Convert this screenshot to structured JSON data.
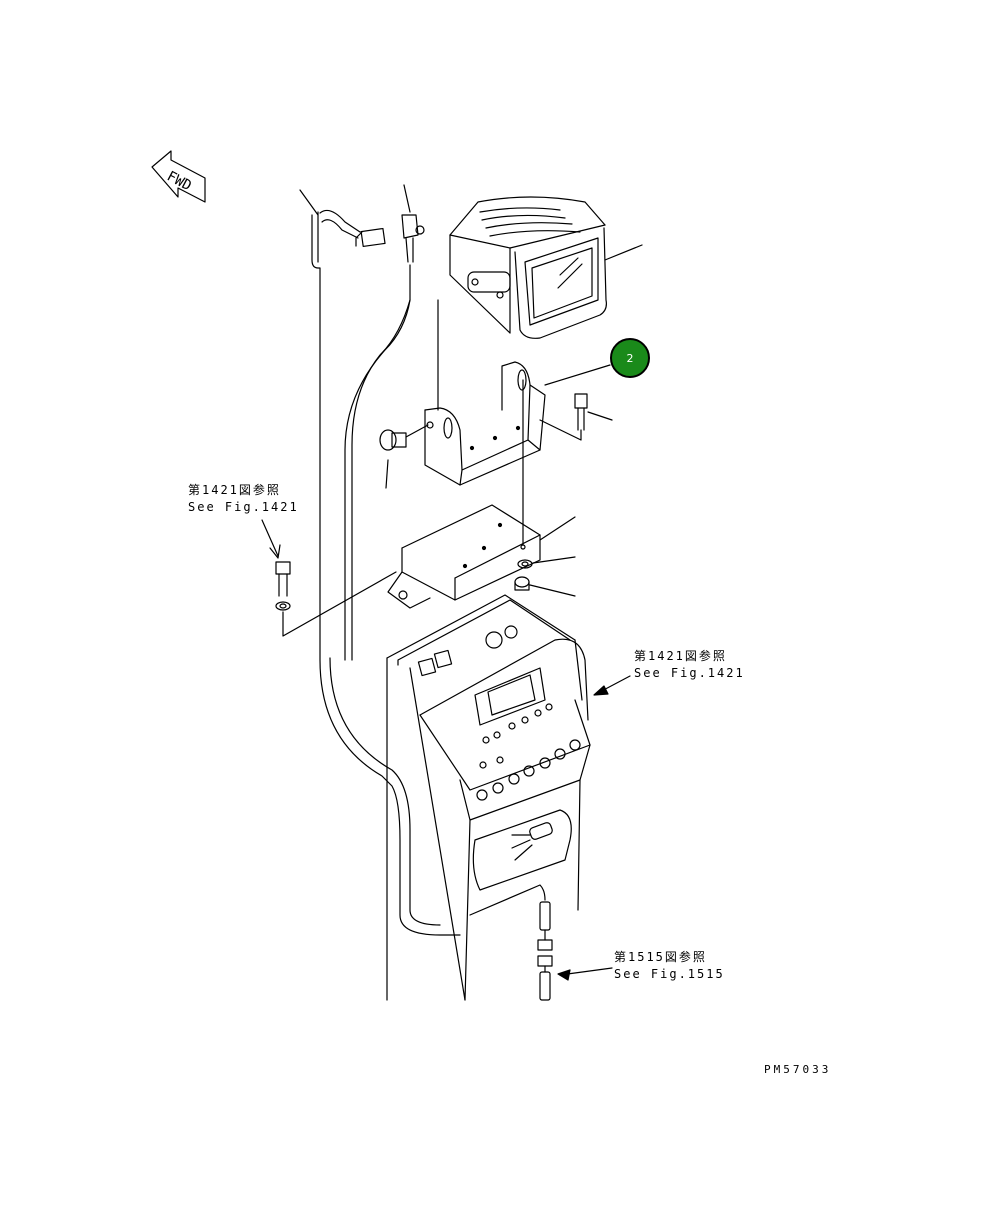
{
  "fwd_label": "FWD",
  "references": [
    {
      "jp": "第1421図参照",
      "en": "See Fig.1421"
    },
    {
      "jp": "第1421図参照",
      "en": "See Fig.1421"
    },
    {
      "jp": "第1515図参照",
      "en": "See Fig.1515"
    }
  ],
  "callouts": [
    {
      "label": "2",
      "color": "#1a8a1a"
    }
  ],
  "figure_id": "PM57033"
}
